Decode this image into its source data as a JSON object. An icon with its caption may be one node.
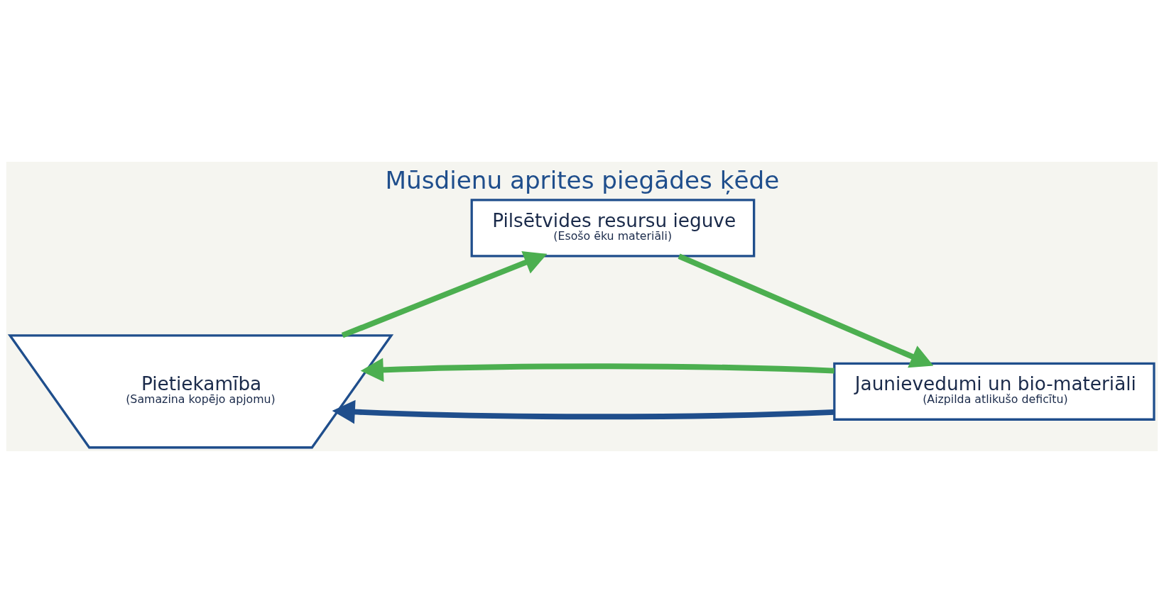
{
  "diagram": {
    "title": "Mūsdienu aprites piegādes ķēde",
    "nodes": [
      {
        "text": [
          "Pietiekamība",
          "(Samazina kopējo apjomu)"
        ]
      },
      {
        "text": [
          "Pilsētvides resursu ieguve",
          "(Esošo ēku materiāli)"
        ]
      },
      {
        "text": [
          "Jaunievedumi un bio-materiāli",
          "(Aizpilda atlikušo deficītu)"
        ]
      }
    ],
    "edges": [
      {
        "from": 0,
        "to": 1,
        "arrow": "to"
      },
      {
        "from": 1,
        "to": 2,
        "arrow": "to"
      },
      {
        "from": 2,
        "to": 0,
        "arrow": "to",
        "color": "#1f4e8c"
      },
      {
        "from": 2,
        "to": 0,
        "arrow": "to"
      }
    ]
  }
}
